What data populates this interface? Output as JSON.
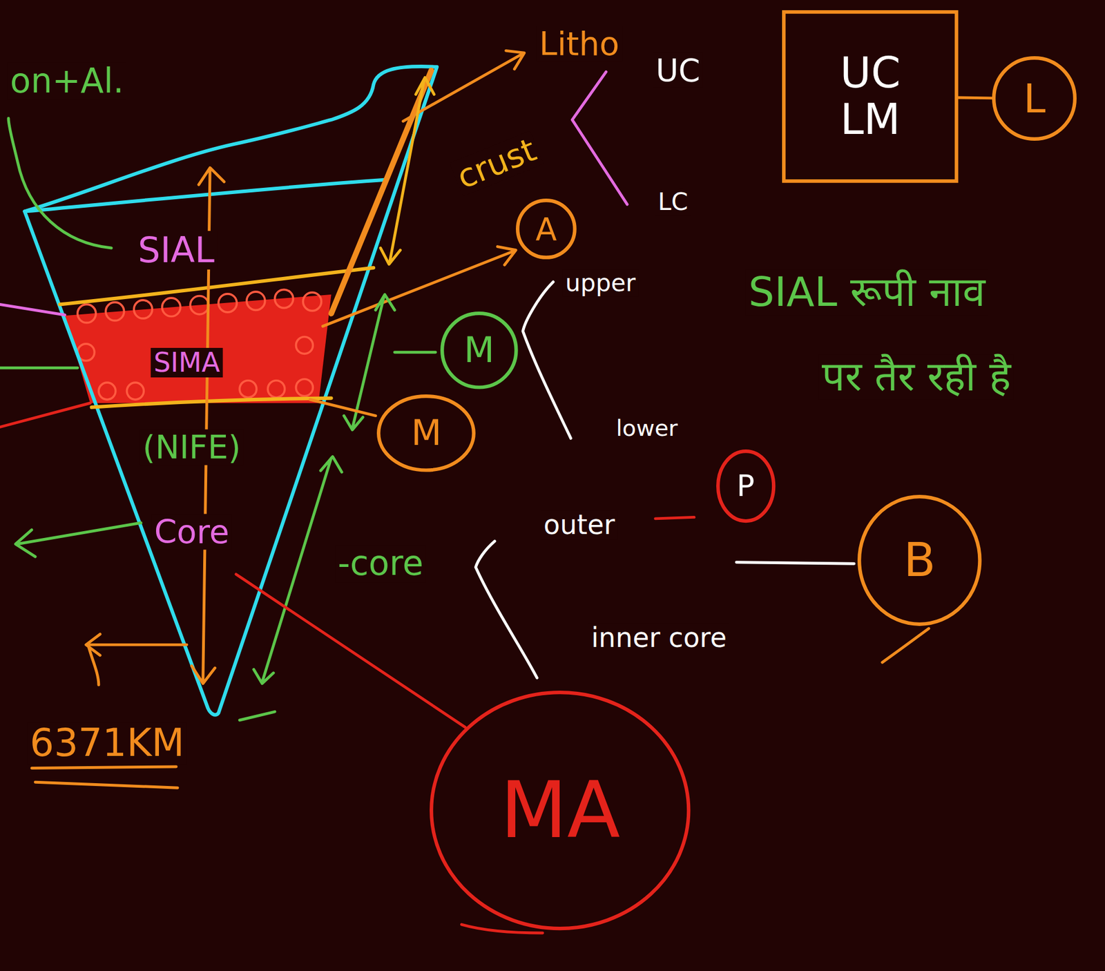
{
  "diagram": {
    "nodes": [
      {
        "text": [
          "UC LM"
        ]
      },
      {
        "text": [
          "L"
        ]
      },
      {
        "text": [
          "A"
        ]
      },
      {
        "text": [
          "M"
        ]
      },
      {
        "text": [
          "M"
        ]
      },
      {
        "text": [
          "P"
        ]
      },
      {
        "text": [
          "B"
        ]
      },
      {
        "text": [
          "MA"
        ]
      }
    ],
    "edges": [
      {
        "from": 0,
        "to": 1,
        "arrow": "none"
      }
    ],
    "labels": [
      "on+Al.",
      "Litho",
      "UC",
      "crust",
      "LC",
      "SIAL",
      "SIAL रूपी नाव",
      "SIMA",
      "upper",
      "पर तैर रही है",
      "lower",
      "(NIFE)",
      "Core",
      "outer",
      "-core",
      "inner core",
      "6371KM"
    ]
  }
}
